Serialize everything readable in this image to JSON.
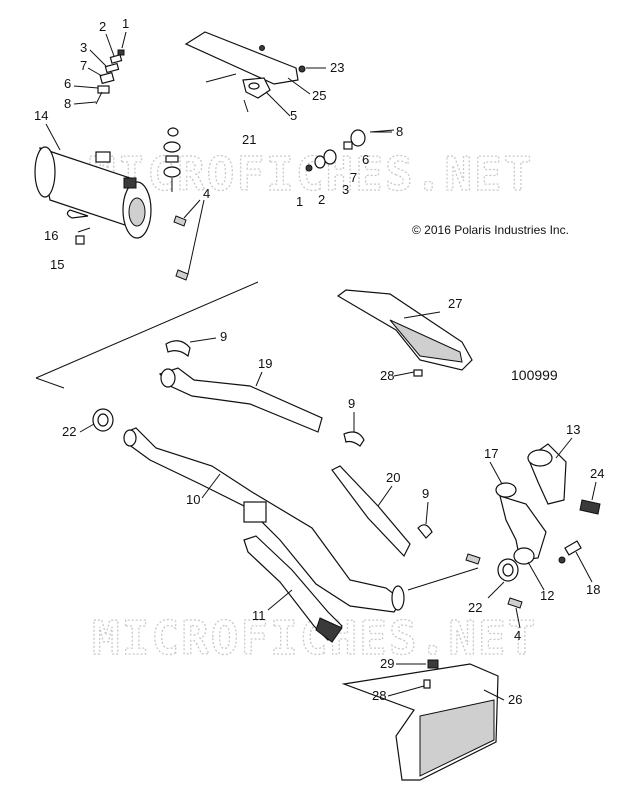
{
  "copyright": "© 2016 Polaris Industries Inc.",
  "reference_number": "100999",
  "watermark": "MICROFICHES.NET",
  "callouts": {
    "c1a": "1",
    "c2a": "2",
    "c3a": "3",
    "c7a": "7",
    "c6a": "6",
    "c8a": "8",
    "c14": "14",
    "c4a": "4",
    "c16": "16",
    "c15": "15",
    "c23": "23",
    "c25": "25",
    "c5": "5",
    "c21": "21",
    "c8b": "8",
    "c6b": "6",
    "c7b": "7",
    "c3b": "3",
    "c2b": "2",
    "c1b": "1",
    "c27": "27",
    "c28a": "28",
    "c9a": "9",
    "c19": "19",
    "c22a": "22",
    "c9b": "9",
    "c10": "10",
    "c20": "20",
    "c9c": "9",
    "c17": "17",
    "c13": "13",
    "c24": "24",
    "c12": "12",
    "c18": "18",
    "c22b": "22",
    "c11": "11",
    "c4b": "4",
    "c29": "29",
    "c28b": "28",
    "c26": "26"
  }
}
